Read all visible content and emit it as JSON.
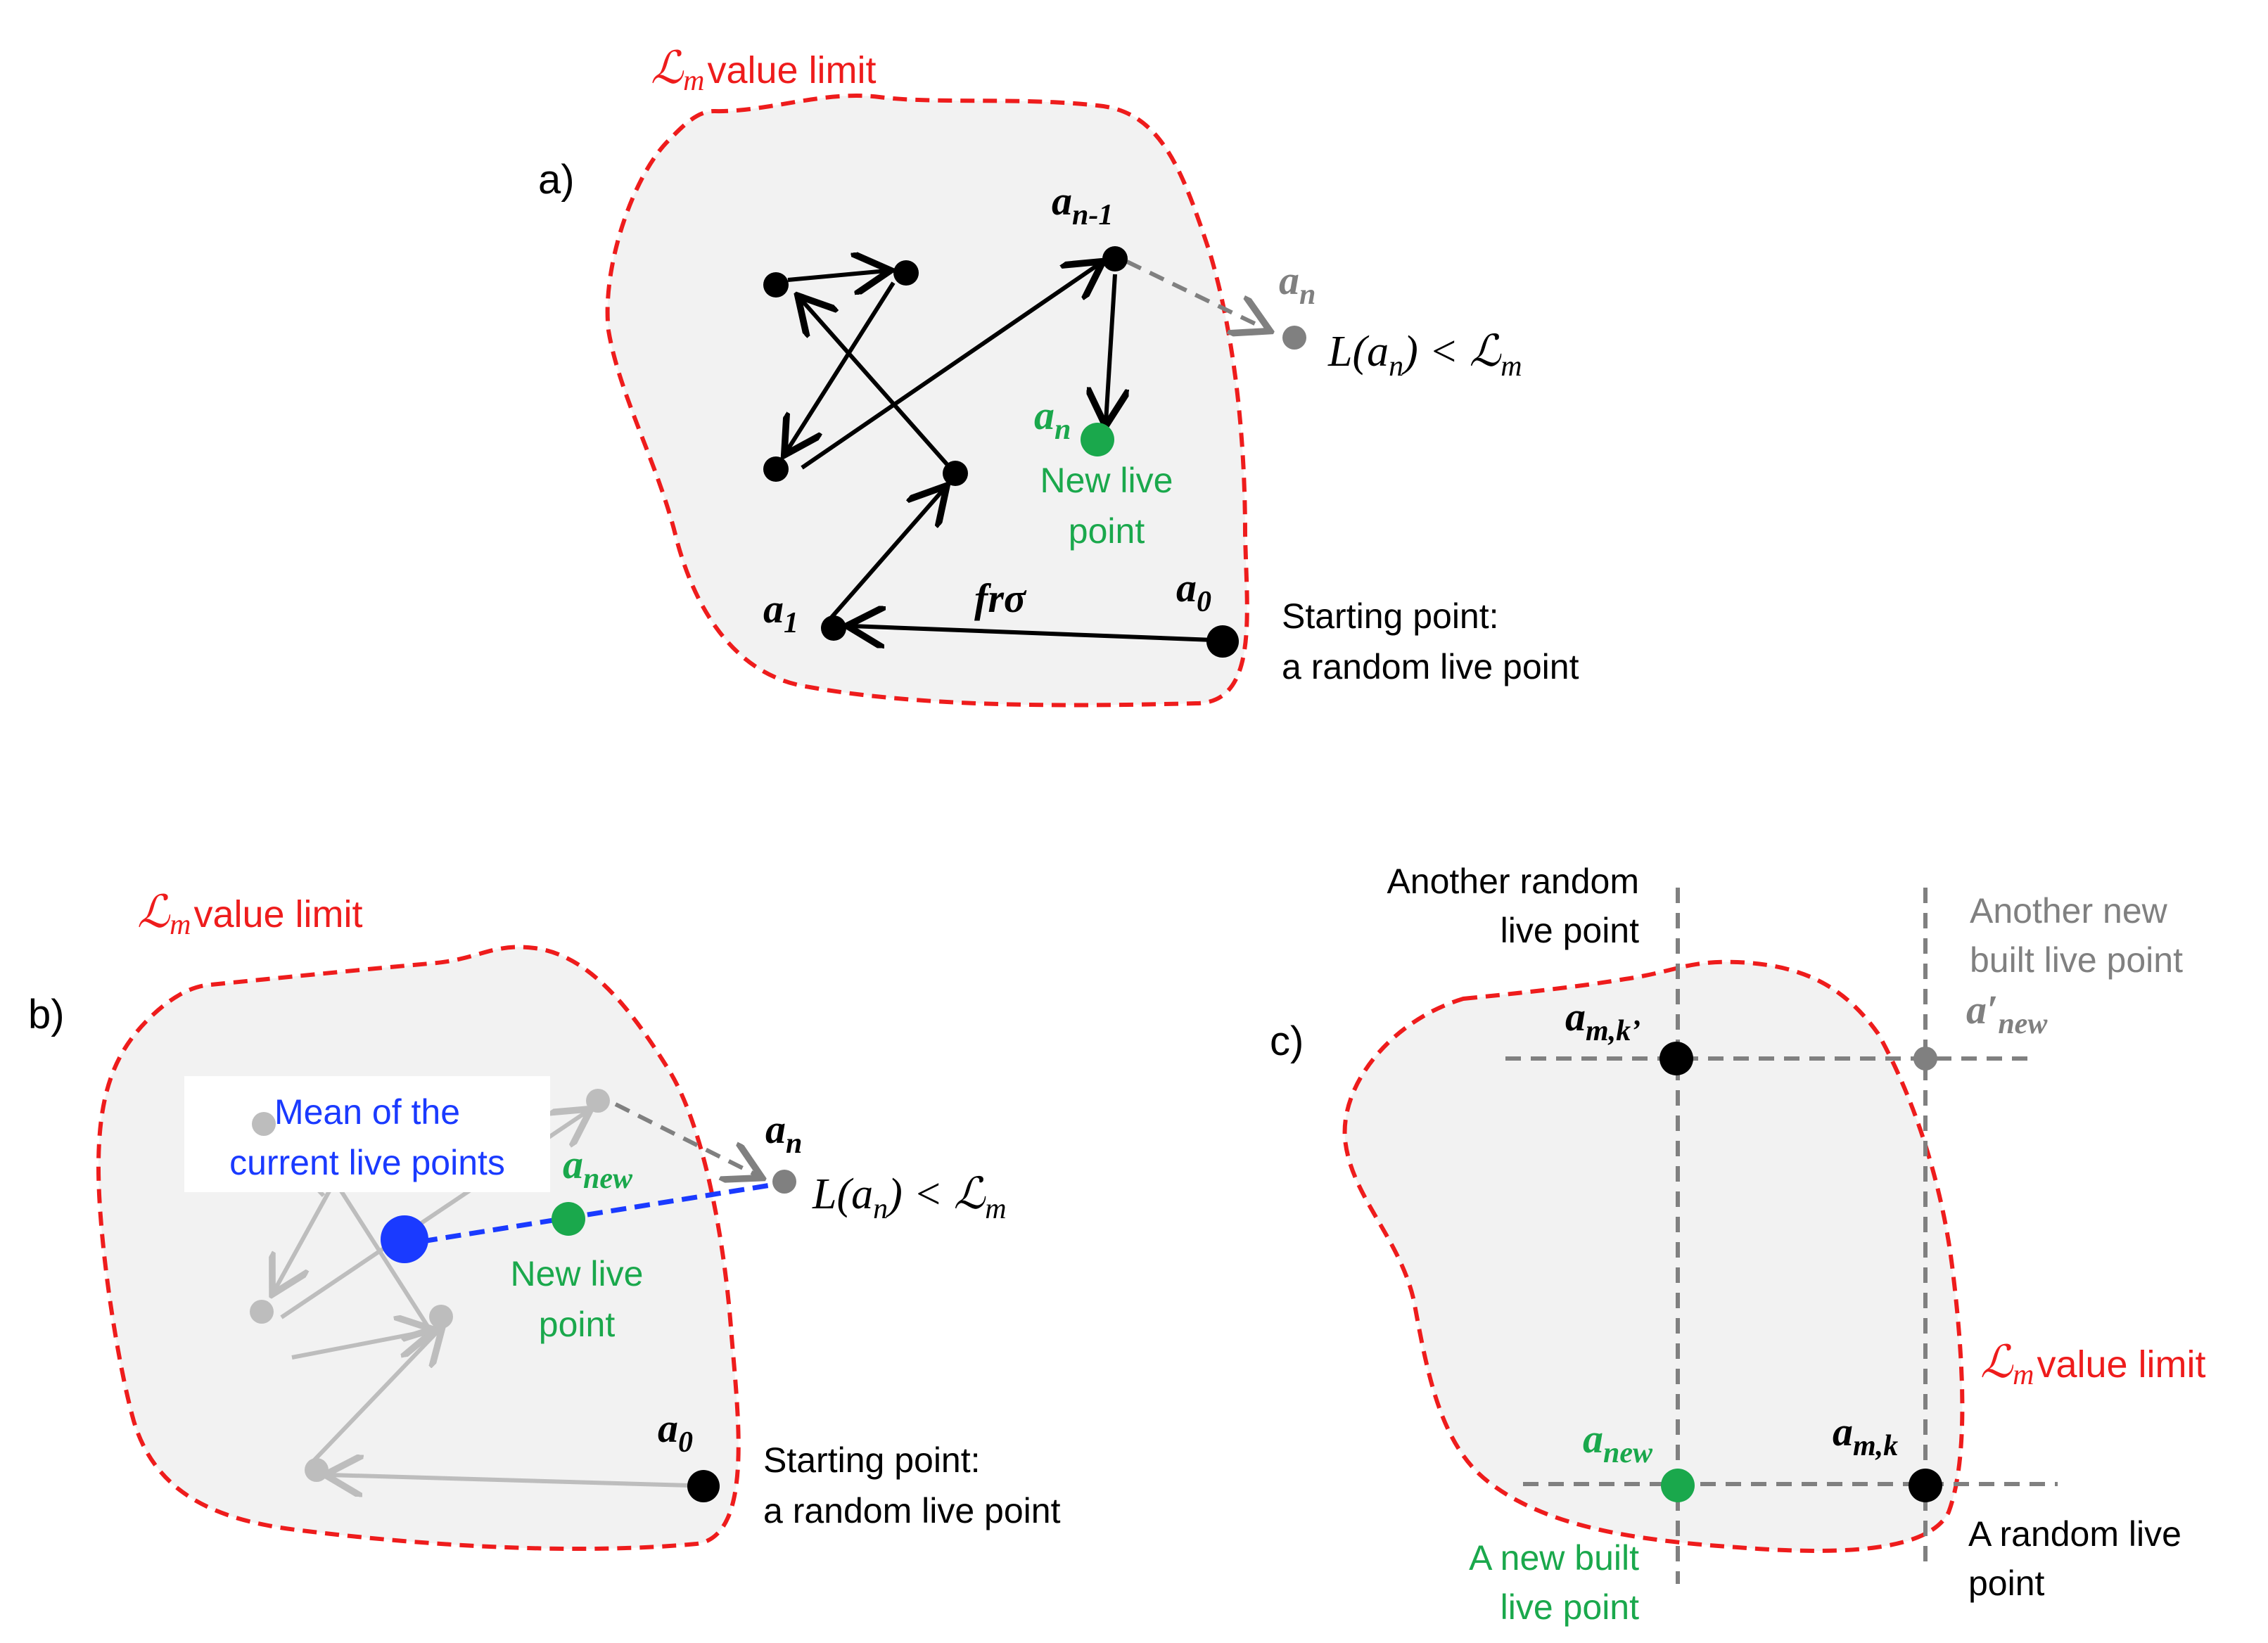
{
  "colors": {
    "boundary": "#ee1c1c",
    "live_point": "#000000",
    "new_live_point": "#1aa84c",
    "rejected_point": "#808080",
    "faded_point": "#bdbdbd",
    "mean_point": "#1a3aff",
    "region_fill": "#f2f2f2"
  },
  "panel_a": {
    "panel_label": "a)",
    "limit_label": "value limit",
    "limit_symbol": "ℒ",
    "limit_sub": "m",
    "label_a_n_minus_1": "a",
    "label_a_n_minus_1_sub": "n-1",
    "label_a_n_gray": "a",
    "label_a_n_gray_sub": "n",
    "condition": "L(a",
    "condition_sub": "n",
    "condition_rest": ") < ℒ",
    "condition_rest_sub": "m",
    "label_a_n_green": "a",
    "label_a_n_green_sub": "n",
    "new_live_line1": "New live",
    "new_live_line2": "point",
    "label_a1": "a",
    "label_a1_sub": "1",
    "label_a0": "a",
    "label_a0_sub": "0",
    "step_label": "frσ",
    "start_line1": "Starting point:",
    "start_line2": "a random live point"
  },
  "panel_b": {
    "panel_label": "b)",
    "limit_label": "value limit",
    "limit_symbol": "ℒ",
    "limit_sub": "m",
    "mean_line1": "Mean of the",
    "mean_line2": "current live points",
    "label_a_n": "a",
    "label_a_n_sub": "n",
    "label_a_new": "a",
    "label_a_new_sub": "new",
    "condition": "L(a",
    "condition_sub": "n",
    "condition_rest": ") < ℒ",
    "condition_rest_sub": "m",
    "new_live_line1": "New live",
    "new_live_line2": "point",
    "label_a0": "a",
    "label_a0_sub": "0",
    "start_line1": "Starting point:",
    "start_line2": "a random live point"
  },
  "panel_c": {
    "panel_label": "c)",
    "another_random_line1": "Another random",
    "another_random_line2": "live point",
    "another_new_line1": "Another new",
    "another_new_line2": "built live point",
    "label_a_mk_prime": "a",
    "label_a_mk_prime_sub": "m,k’",
    "label_a_prime_new": "a′",
    "label_a_prime_new_sub": "new",
    "limit_label": "value limit",
    "limit_symbol": "ℒ",
    "limit_sub": "m",
    "label_a_new": "a",
    "label_a_new_sub": "new",
    "label_a_mk": "a",
    "label_a_mk_sub": "m,k",
    "new_built_line1": "A new built",
    "new_built_line2": "live point",
    "random_line1": "A random live",
    "random_line2": "point"
  }
}
